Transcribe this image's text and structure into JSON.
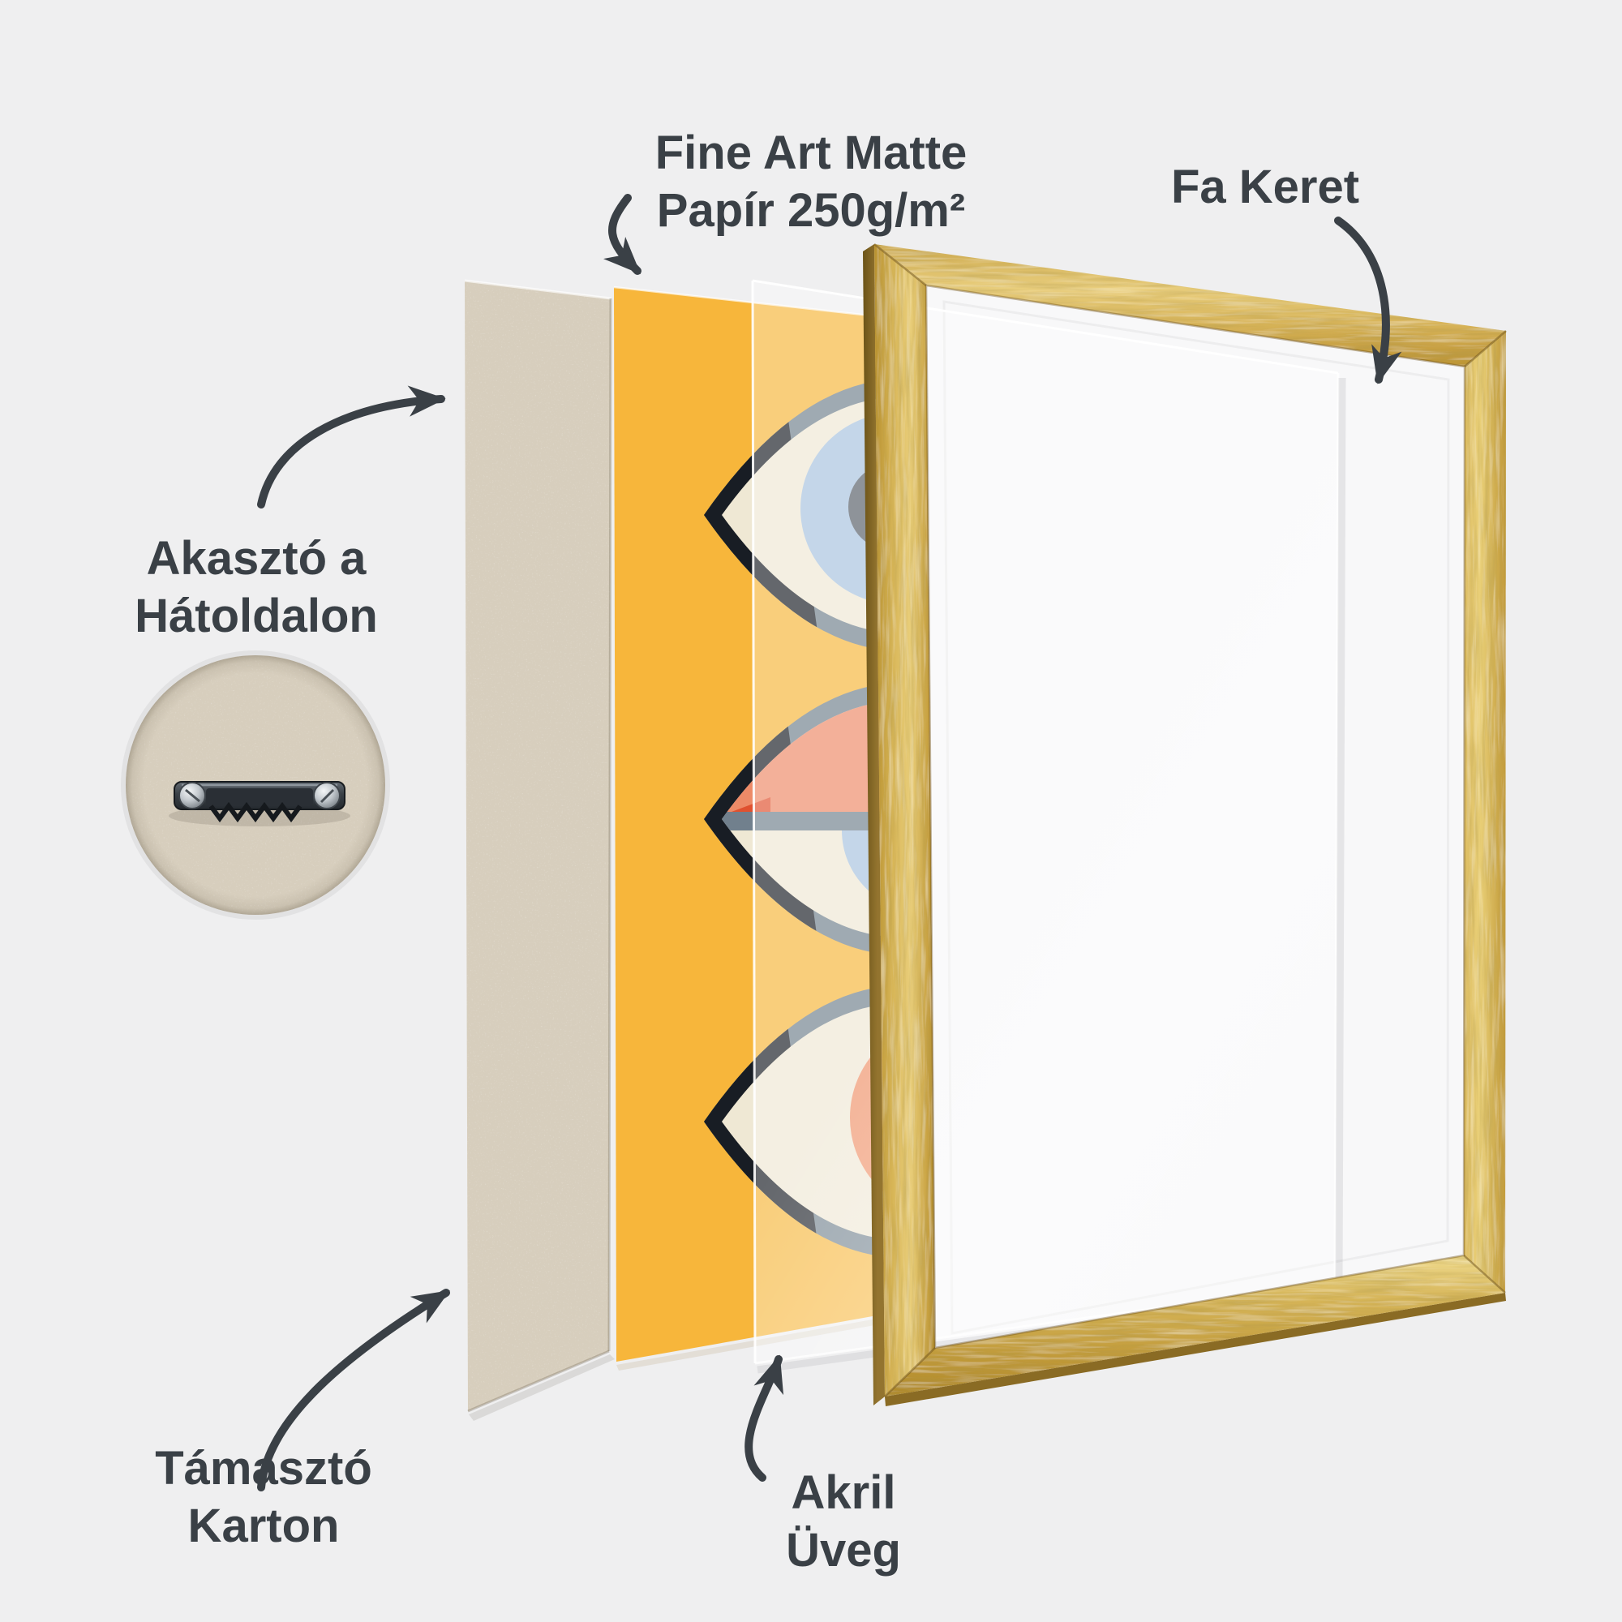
{
  "scene": {
    "background": "#EFEFF0",
    "description_parts": [
      "backing-cardboard",
      "fine-art-paper",
      "acrylic-glass",
      "wood-frame",
      "hanger-detail"
    ]
  },
  "labels": {
    "paper": {
      "line1": "Fine Art Matte",
      "line2": "Papír 250g/m²"
    },
    "frame": {
      "line1": "Fa Keret"
    },
    "hanger": {
      "line1": "Akasztó a",
      "line2": "Hátoldalon"
    },
    "backing": {
      "line1": "Támasztó",
      "line2": "Karton"
    },
    "acrylic": {
      "line1": "Akril",
      "line2": "Üveg"
    }
  },
  "colors": {
    "label_text": "#3A4046",
    "arrow": "#3A4046",
    "background": "#EFEFF0",
    "cardboard_beige": "#D7CEBD",
    "paper_yellow": "#F7B63B",
    "frame_gold": "#D9B65C",
    "frame_gold_dark_side": "#7A5F22",
    "mount_white": "#F8F8F9",
    "eye_outline_gray": "#71808D",
    "eye_corner_black": "#181D24",
    "eye_sclera_cream": "#EFE8D4",
    "iris_blue": "#A7C2DF",
    "pupil_dark": "#575F68",
    "eyelid_salmon": "#ED8A67",
    "iris_orange": "#EF8F66",
    "pupil_slate_blue": "#5D7386",
    "corner_accent_red": "#E0512F",
    "hanger_metal_dark": "#2B3036",
    "screw_silver": "#C2C8CD"
  }
}
